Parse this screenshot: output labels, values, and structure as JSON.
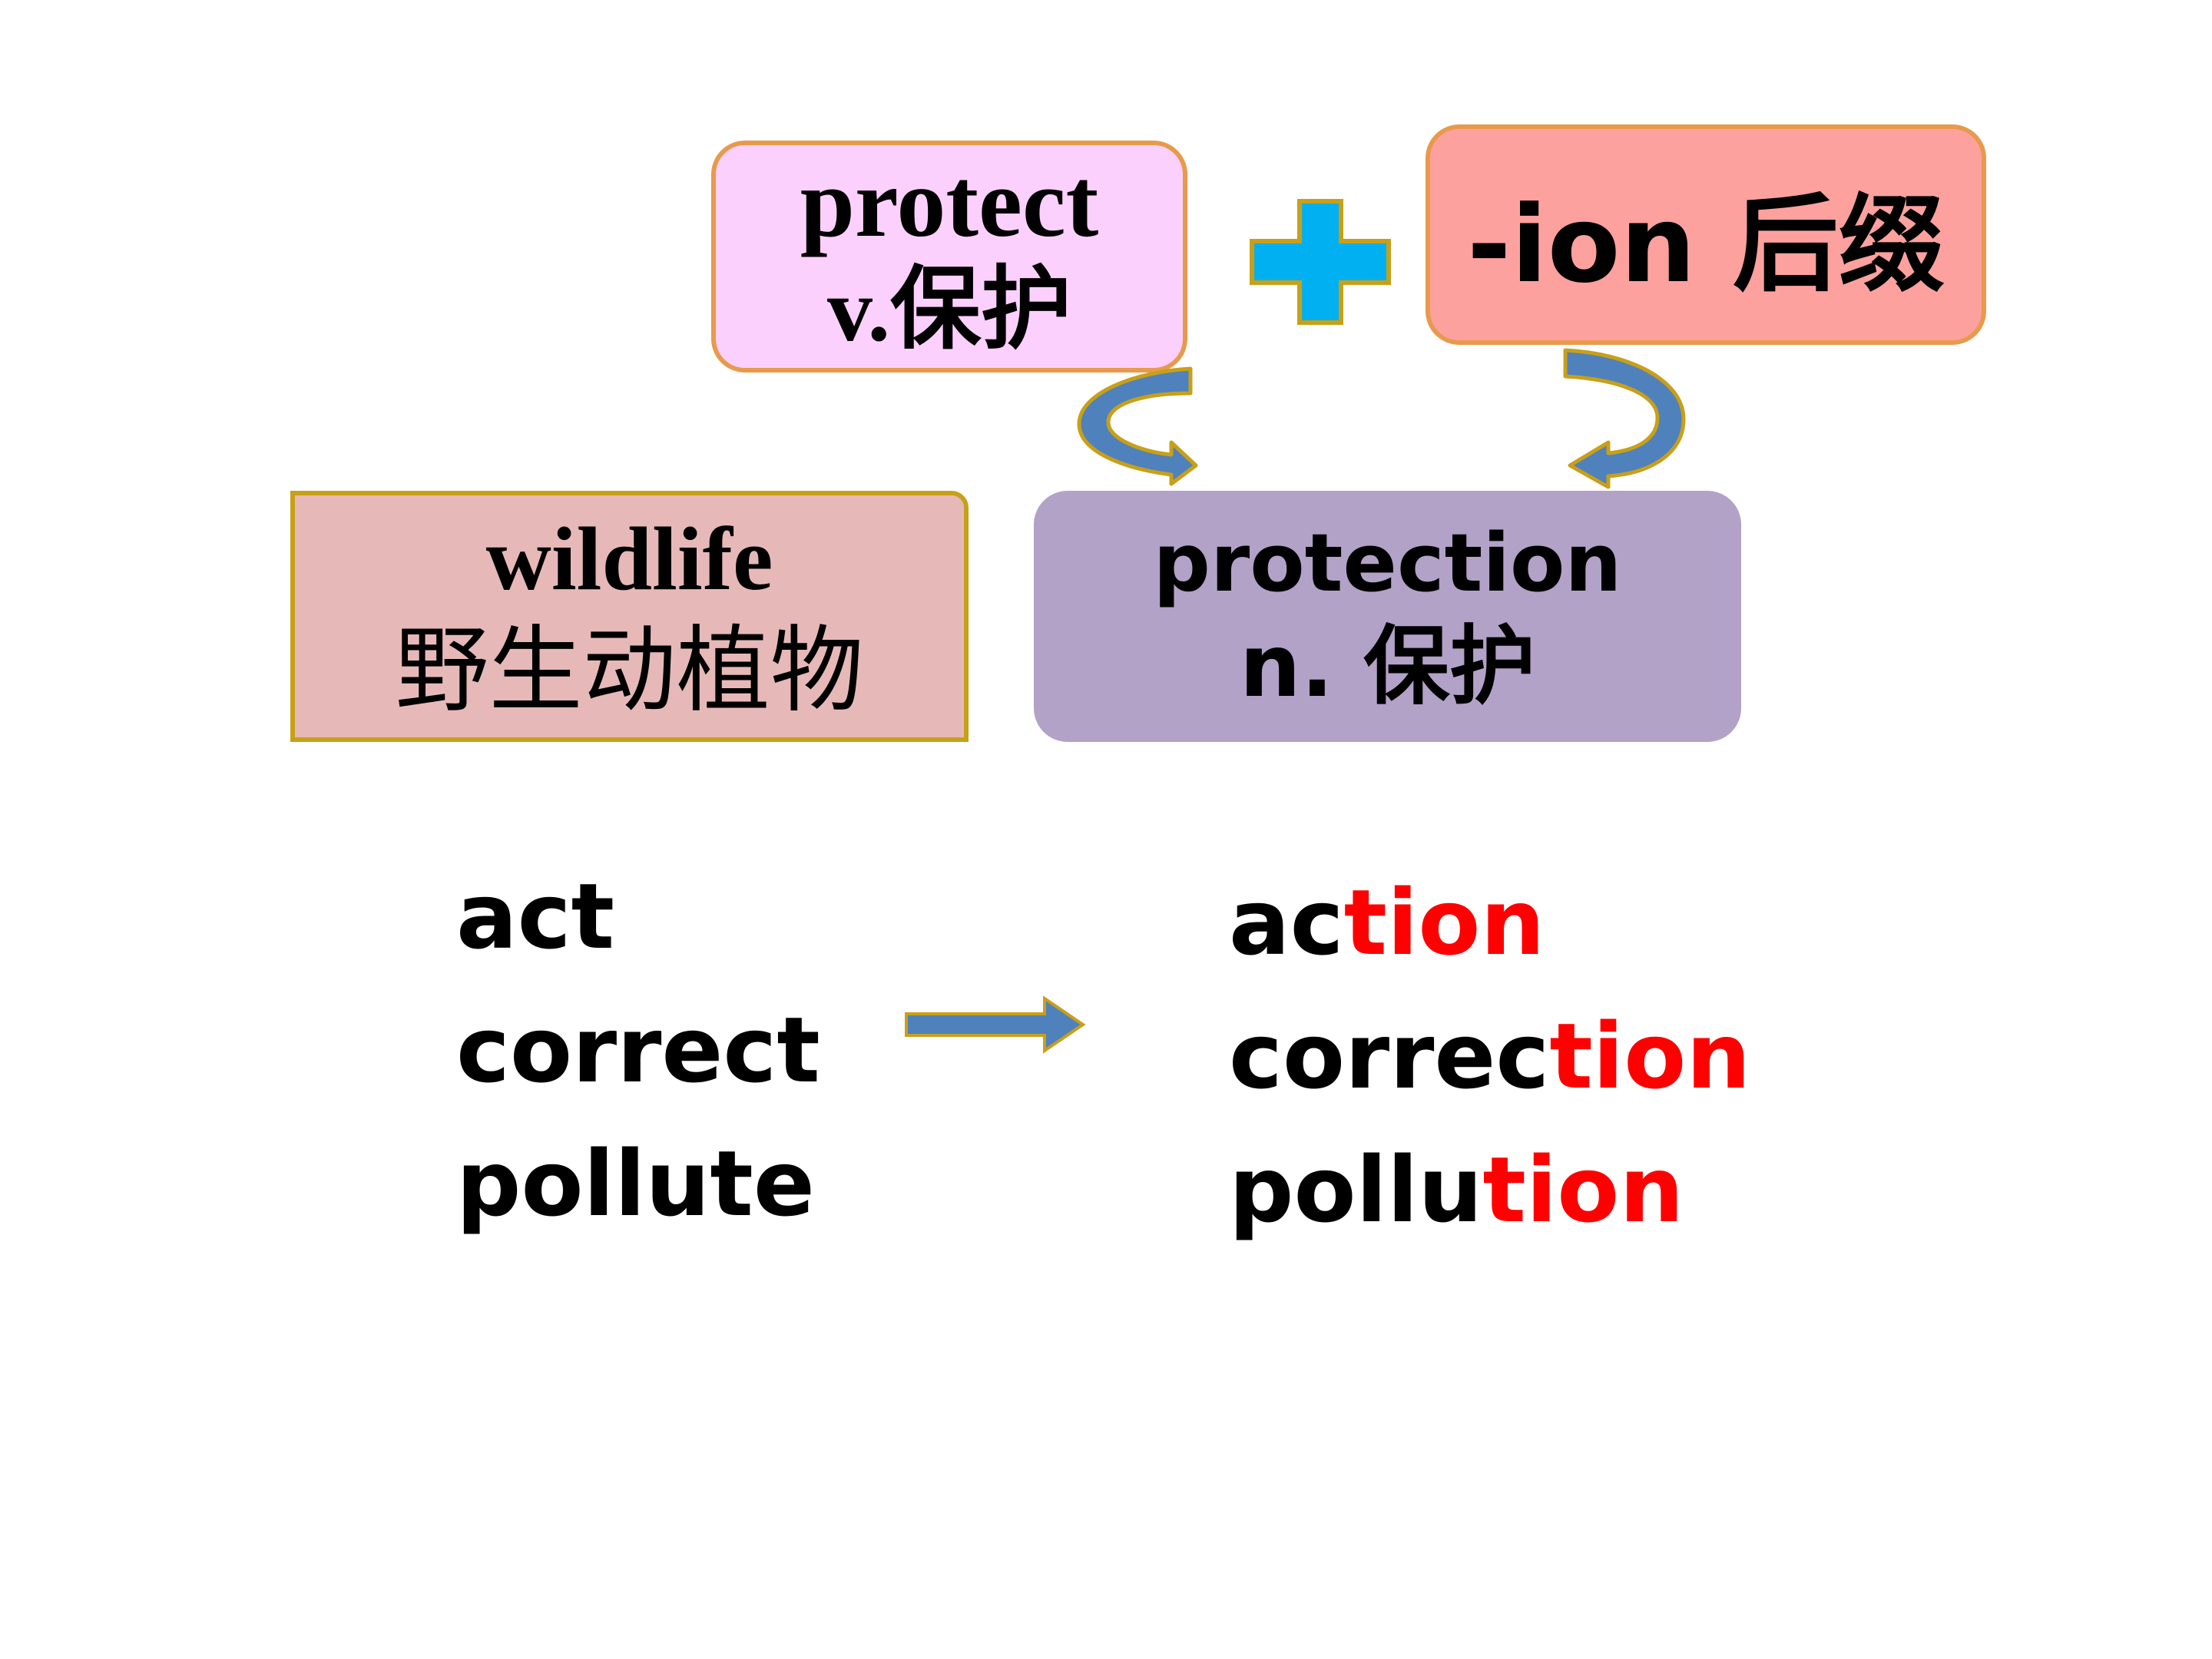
{
  "top": {
    "verb_word": "protect",
    "verb_gloss": "v.保护",
    "suffix_label": "-ion 后缀"
  },
  "middle": {
    "wildlife_word": "wildlife",
    "wildlife_gloss": "野生动植物",
    "noun_word": "protection",
    "noun_gloss": "n. 保护"
  },
  "base_words": [
    "act",
    "correct",
    "pollute"
  ],
  "derived_words": [
    {
      "stem": "ac",
      "suffix": "tion"
    },
    {
      "stem": "correc",
      "suffix": "tion"
    },
    {
      "stem": "pollu",
      "suffix": "tion"
    }
  ],
  "colors": {
    "suffix_highlight": "#ff0000",
    "plus_fill": "#00b0f0",
    "plus_border": "#c8a018",
    "arrow_fill": "#4f81bd",
    "arrow_border": "#c8a018"
  },
  "icons": {
    "plus": "plus-icon",
    "curved_arrow": "curved-arrow-icon",
    "right_arrow": "right-arrow-icon"
  }
}
